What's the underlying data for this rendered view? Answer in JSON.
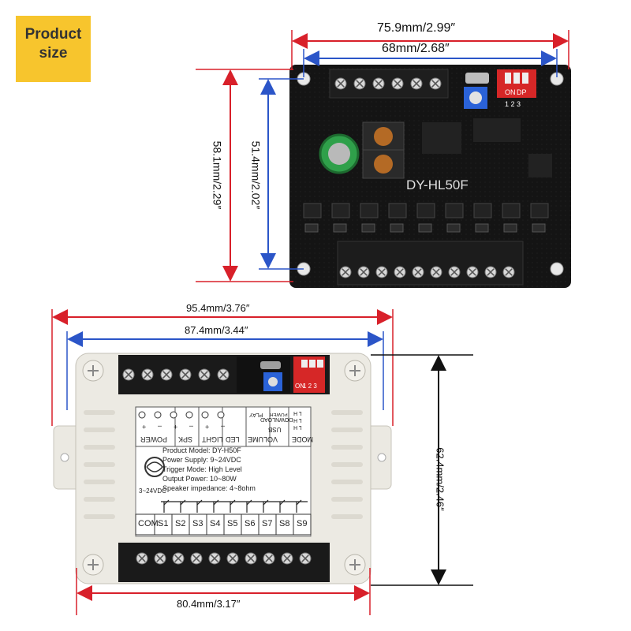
{
  "badge": {
    "line1": "Product",
    "line2": "size"
  },
  "top_board": {
    "width_outer": "75.9mm/2.99″",
    "width_holes": "68mm/2.68″",
    "height_outer": "58.1mm/2.29″",
    "height_holes": "51.4mm/2.02″",
    "model_label": "DY-HL50F",
    "dip_on": "ON",
    "dip_dp": "DP",
    "dip_numbers": "1 2 3"
  },
  "bottom_module": {
    "width_outer": "95.4mm/3.76″",
    "width_holes": "87.4mm/3.44″",
    "width_base": "80.4mm/3.17″",
    "height": "62.4mm/2.46″",
    "top_labels": [
      "POWER",
      "SPK",
      "LIGHT",
      "LED",
      "VOLUME",
      "MODE"
    ],
    "play_label": "PLAY",
    "power_label": "POWER",
    "usb_label": "USB",
    "download_label": "DOWNLOAD",
    "mode_rows": [
      "L H",
      "L H",
      "L H"
    ],
    "pm_signs": [
      "+",
      "–",
      "+",
      "–",
      "+",
      "–"
    ],
    "info": [
      "Product Model: DY-H50F",
      "Power Supply: 9~24VDC",
      "Trigger Mode: High Level",
      "Output Power: 10~80W",
      "Speaker impedance: 4~8ohm"
    ],
    "vdc_label": "3~24VDC",
    "terminals": [
      "COM",
      "S1",
      "S2",
      "S3",
      "S4",
      "S5",
      "S6",
      "S7",
      "S8",
      "S9"
    ]
  }
}
